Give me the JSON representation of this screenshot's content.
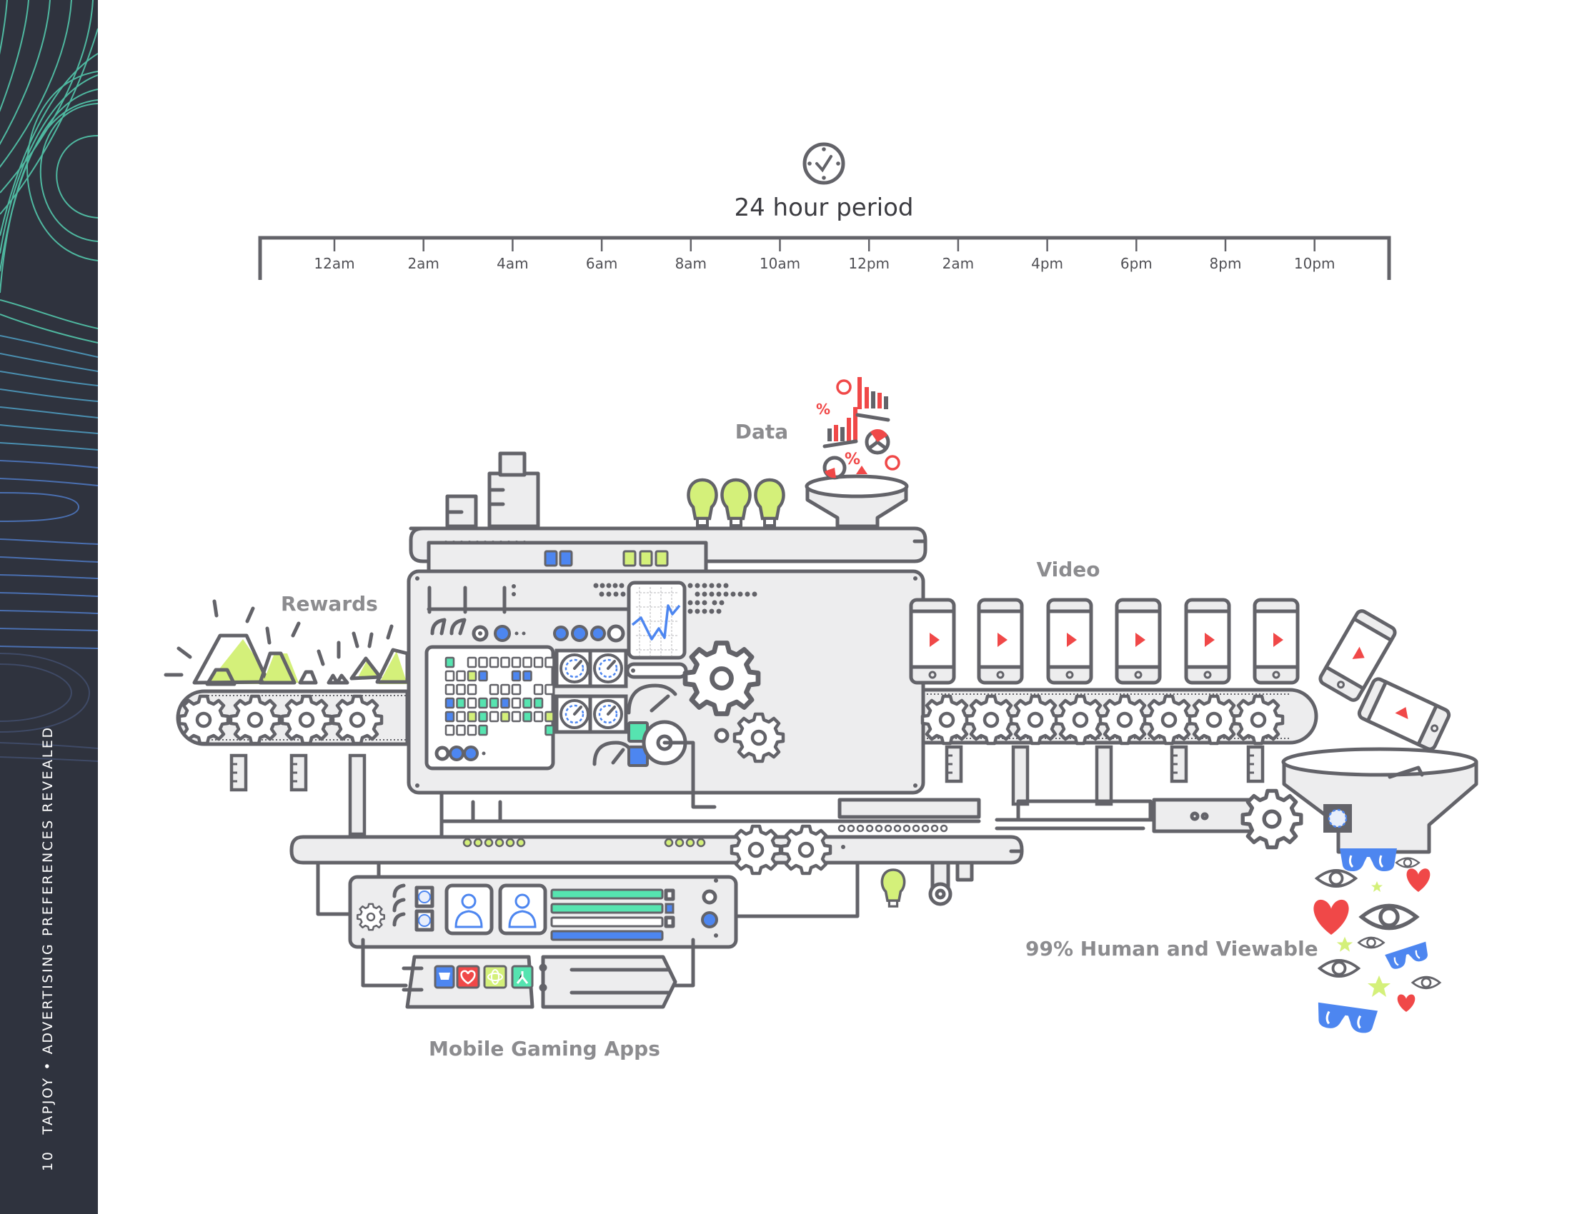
{
  "sidebar": {
    "page_number": "10",
    "running_title": "TAPJOY • ADVERTISING PREFERENCES REVEALED",
    "background_color": "#2f333e",
    "contour_colors": [
      "#4fb8a0",
      "#4a6fb0"
    ]
  },
  "header": {
    "icon": "clock-icon",
    "title": "24 hour period"
  },
  "timeline": {
    "ticks": [
      "12am",
      "2am",
      "4am",
      "6am",
      "8am",
      "10am",
      "12pm",
      "2am",
      "4pm",
      "6pm",
      "8pm",
      "10pm"
    ]
  },
  "illustration": {
    "labels": {
      "rewards": "Rewards",
      "data": "Data",
      "video": "Video",
      "human_viewable": "99% Human and Viewable",
      "mobile_gaming": "Mobile Gaming Apps"
    },
    "icons": [
      "gems-icon",
      "lightbulb-icon",
      "bar-chart-icon",
      "pie-chart-icon",
      "percent-icon",
      "gear-icon",
      "phone-play-icon",
      "eye-icon",
      "heart-icon",
      "star-icon",
      "sunglasses-icon",
      "shopping-cart-icon",
      "atom-icon",
      "network-icon",
      "user-icon",
      "gauge-icon",
      "funnel-icon"
    ],
    "colors": {
      "outline": "#636369",
      "panel": "#ededee",
      "blue": "#4d86f0",
      "green": "#56e4b0",
      "lime": "#d4f07a",
      "red": "#f04848",
      "label": "#8c8c8f"
    }
  }
}
